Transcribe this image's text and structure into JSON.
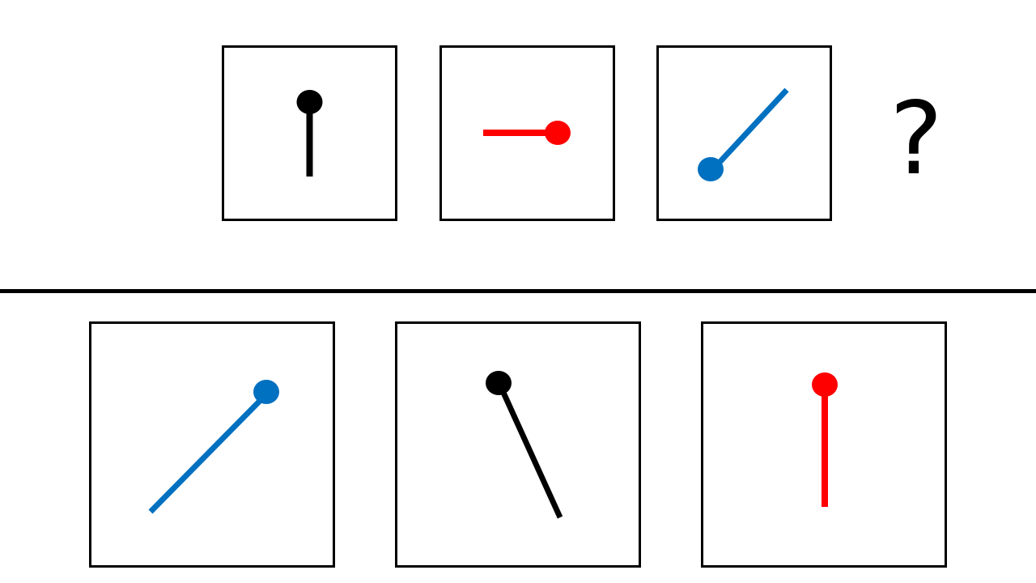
{
  "puzzle": {
    "question_mark": "?",
    "sequence": [
      {
        "color": "#000000",
        "angle_deg": 90,
        "ball_at": "top"
      },
      {
        "color": "#ff0000",
        "angle_deg": 0,
        "ball_at": "right"
      },
      {
        "color": "#0070c0",
        "angle_deg": 45,
        "ball_at": "lower-left"
      }
    ],
    "options": [
      {
        "color": "#0070c0",
        "angle_deg": 45,
        "ball_at": "upper-right"
      },
      {
        "color": "#000000",
        "angle_deg": 114,
        "ball_at": "upper-left"
      },
      {
        "color": "#ff0000",
        "angle_deg": 90,
        "ball_at": "top"
      }
    ]
  },
  "colors": {
    "black": "#000000",
    "red": "#ff0000",
    "blue": "#0070c0",
    "frame": "#000000"
  }
}
